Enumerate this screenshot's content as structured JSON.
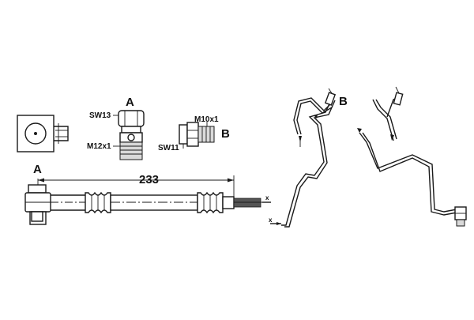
{
  "labels": {
    "view_a_top": "A",
    "view_a_side": "A",
    "view_b_top": "B",
    "view_b_route": "B",
    "sw13": "SW13",
    "m12x1": "M12x1",
    "m10x1": "M10x1",
    "sw11": "SW11",
    "length": "233",
    "x_upper": "x",
    "x_lower": "x"
  }
}
